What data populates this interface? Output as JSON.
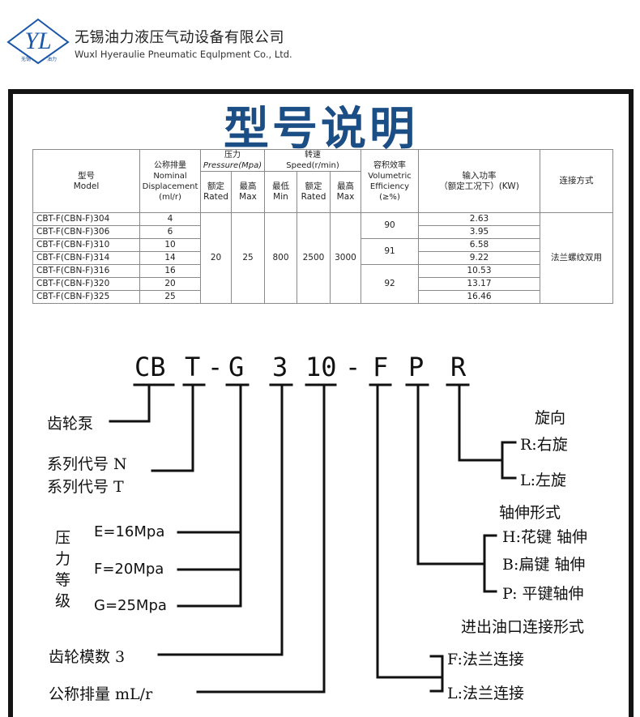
{
  "company": {
    "logo_text": "YL",
    "logo_sub_left": "无锡",
    "logo_sub_right": "油力",
    "name_cn": "无锡油力液压气动设备有限公司",
    "name_en": "Wuxl Hyeraulie Pneumatic Equlpment Co., Ltd."
  },
  "title": "型号说明",
  "table": {
    "h_model_cn": "型号",
    "h_model_en": "Model",
    "h_disp_cn": "公称排量",
    "h_disp_en1": "Nominal",
    "h_disp_en2": "Displacement",
    "h_disp_unit": "(ml/r)",
    "h_pressure_cn": "压力",
    "h_pressure_en": "Pressure(Mpa)",
    "h_speed_cn": "转速",
    "h_speed_en": "Speed(r/min)",
    "h_eff_cn": "容积效率",
    "h_eff_en1": "Volumetric",
    "h_eff_en2": "Efficiency",
    "h_eff_unit": "(≥%)",
    "h_power_cn": "输入功率",
    "h_power_en": "（额定工况下）(KW)",
    "h_conn": "连接方式",
    "sub_rated_cn": "额定",
    "sub_rated_en": "Rated",
    "sub_max_cn": "最高",
    "sub_max_en": "Max",
    "sub_min_cn": "最低",
    "sub_min_en": "Min",
    "rows": [
      {
        "model": "CBT-F(CBN-F)304",
        "disp": "4",
        "power": "2.63"
      },
      {
        "model": "CBT-F(CBN-F)306",
        "disp": "6",
        "power": "3.95"
      },
      {
        "model": "CBT-F(CBN-F)310",
        "disp": "10",
        "power": "6.58"
      },
      {
        "model": "CBT-F(CBN-F)314",
        "disp": "14",
        "power": "9.22"
      },
      {
        "model": "CBT-F(CBN-F)316",
        "disp": "16",
        "power": "10.53"
      },
      {
        "model": "CBT-F(CBN-F)320",
        "disp": "20",
        "power": "13.17"
      },
      {
        "model": "CBT-F(CBN-F)325",
        "disp": "25",
        "power": "16.46"
      }
    ],
    "pressure_rated": "20",
    "pressure_max": "25",
    "speed_min": "800",
    "speed_rated": "2500",
    "speed_max": "3000",
    "eff_1": "90",
    "eff_2": "91",
    "eff_3": "92",
    "connection": "法兰螺纹双用"
  },
  "code": {
    "p1": "CB",
    "p2": "T",
    "d1": "-",
    "p3": "G",
    "p4": "3",
    "p5": "10",
    "d2": "-",
    "p6": "F",
    "p7": "P",
    "p8": "R"
  },
  "labels": {
    "gear_pump": "齿轮泵",
    "series_n": "系列代号 N",
    "series_t": "系列代号 T",
    "pressure_grade": [
      "压",
      "力",
      "等",
      "级"
    ],
    "e": "E=16Mpa",
    "f": "F=20Mpa",
    "g": "G=25Mpa",
    "modulus": "齿轮模数 3",
    "displacement": "公称排量 mL/r",
    "rotation": "旋向",
    "r": "R:右旋",
    "l": "L:左旋",
    "shaft": "轴伸形式",
    "h": "H:花键 轴伸",
    "b": "B:扁键 轴伸",
    "p": "P: 平键轴伸",
    "port": "进出油口连接形式",
    "f_port": "F:法兰连接",
    "l_port": "L:法兰连接"
  }
}
